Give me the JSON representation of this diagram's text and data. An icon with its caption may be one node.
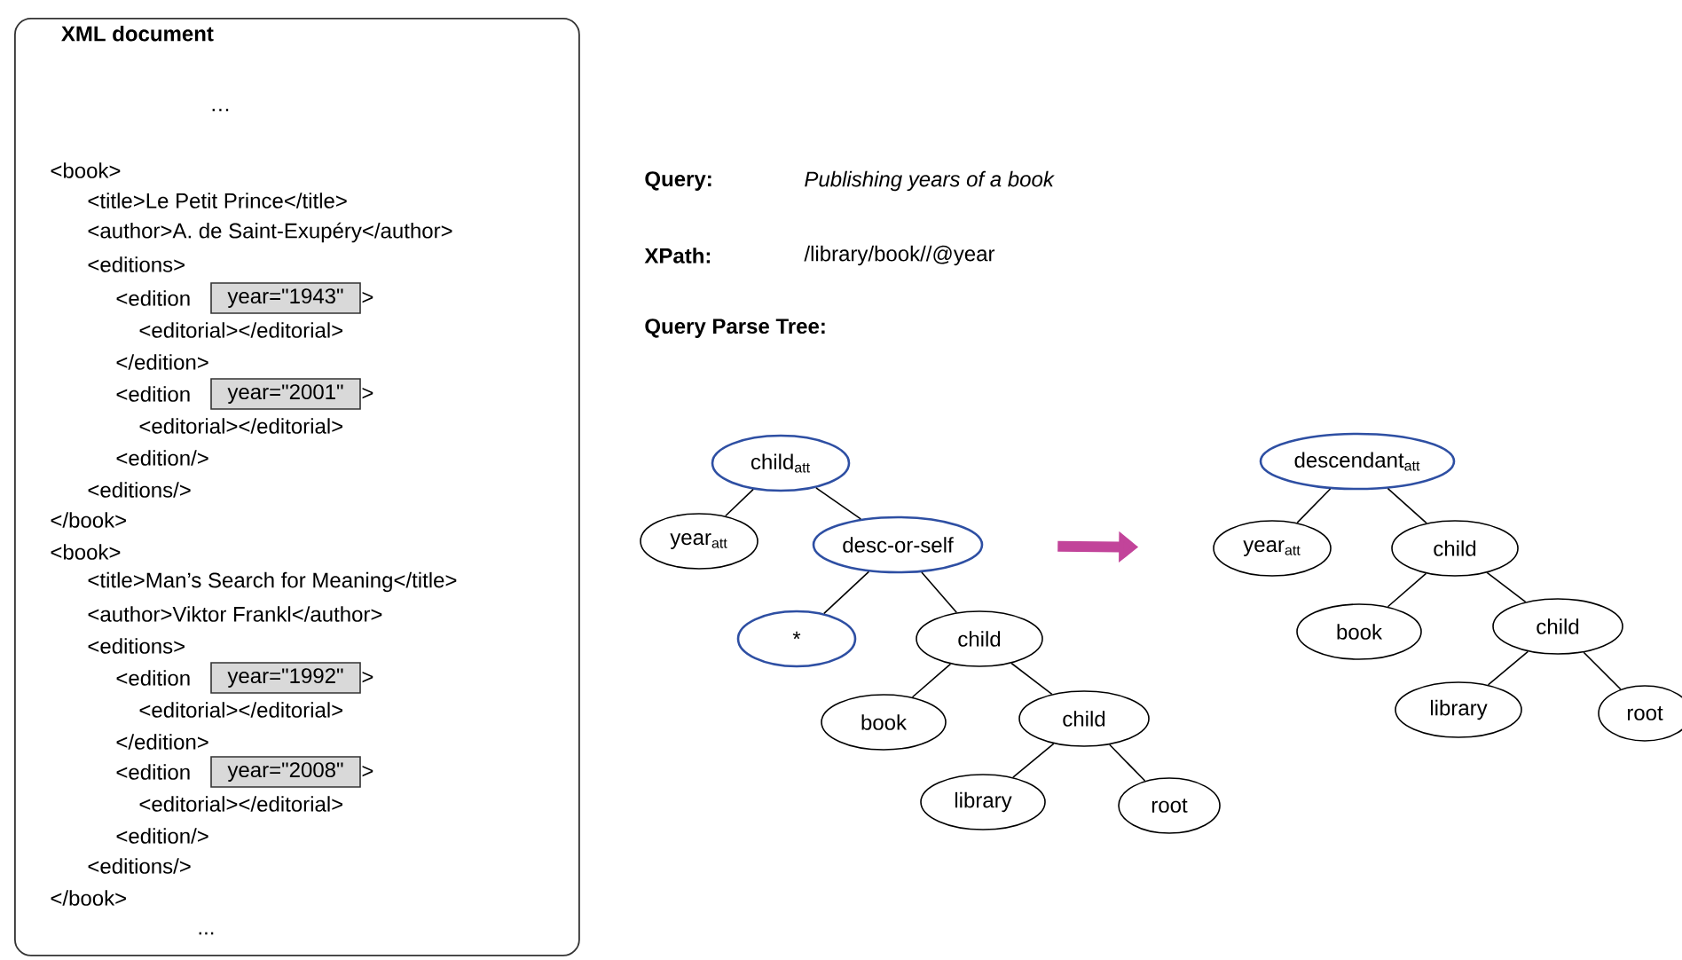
{
  "diagram": {
    "nodes": [
      {
        "text": [
          "XML document"
        ]
      },
      {
        "text": [
          "year=\"1943\""
        ],
        "in": 0
      },
      {
        "text": [
          "year=\"2001\""
        ],
        "in": 0
      },
      {
        "text": [
          "year=\"1992\""
        ],
        "in": 0
      },
      {
        "text": [
          "year=\"2008\""
        ],
        "in": 0
      },
      {
        "text": [
          "child$_{att}$"
        ]
      },
      {
        "text": [
          "year$_{att}$"
        ]
      },
      {
        "text": [
          "desc-or-self"
        ]
      },
      {
        "text": [
          "*"
        ]
      },
      {
        "text": [
          "child"
        ]
      },
      {
        "text": [
          "book"
        ]
      },
      {
        "text": [
          "child"
        ]
      },
      {
        "text": [
          "library"
        ]
      },
      {
        "text": [
          "root"
        ]
      },
      {
        "text": [
          "descendant$_{att}$"
        ]
      },
      {
        "text": [
          "year$_{att}$"
        ]
      },
      {
        "text": [
          "child"
        ]
      },
      {
        "text": [
          "book"
        ]
      },
      {
        "text": [
          "child"
        ]
      },
      {
        "text": [
          "library"
        ]
      },
      {
        "text": [
          "root"
        ]
      }
    ],
    "edges": [
      {
        "from": 5,
        "to": 6,
        "arrow": "none"
      },
      {
        "from": 5,
        "to": 7,
        "arrow": "none"
      },
      {
        "from": 7,
        "to": 8,
        "arrow": "none"
      },
      {
        "from": 7,
        "to": 9,
        "arrow": "none"
      },
      {
        "from": 9,
        "to": 10,
        "arrow": "none"
      },
      {
        "from": 9,
        "to": 11,
        "arrow": "none"
      },
      {
        "from": 11,
        "to": 12,
        "arrow": "none"
      },
      {
        "from": 11,
        "to": 13,
        "arrow": "none"
      },
      {
        "from": 14,
        "to": 15,
        "arrow": "none"
      },
      {
        "from": 14,
        "to": 16,
        "arrow": "none"
      },
      {
        "from": 16,
        "to": 17,
        "arrow": "none"
      },
      {
        "from": 16,
        "to": 18,
        "arrow": "none"
      },
      {
        "from": 18,
        "to": 19,
        "arrow": "none"
      },
      {
        "from": 18,
        "to": 20,
        "arrow": "none"
      },
      {
        "from": 7,
        "to": 15,
        "arrow": "to",
        "style": "thick",
        "color": "#c2449a"
      }
    ],
    "labels": [
      "…",
      "<book>",
      "<title>Le Petit Prince</title>",
      "<author>A. de Saint-Exupéry</author>",
      "<editions>",
      "<edition",
      ">",
      "<editorial></editorial>",
      "</edition>",
      "<edition",
      ">",
      "<editorial></editorial>",
      "<edition/>",
      "<editions/>",
      "</book>",
      "<book>",
      "<title>Man’s Search for Meaning</title>",
      "<author>Viktor Frankl</author>",
      "<editions>",
      "<edition",
      ">",
      "<editorial></editorial>",
      "</edition>",
      "<edition",
      ">",
      "<editorial></editorial>",
      "<edition/>",
      "<editions/>",
      "</book>",
      "...",
      "Query:",
      "Publishing years of a book",
      "XPath:",
      "/library/book//@year",
      "Query Parse Tree:"
    ]
  }
}
